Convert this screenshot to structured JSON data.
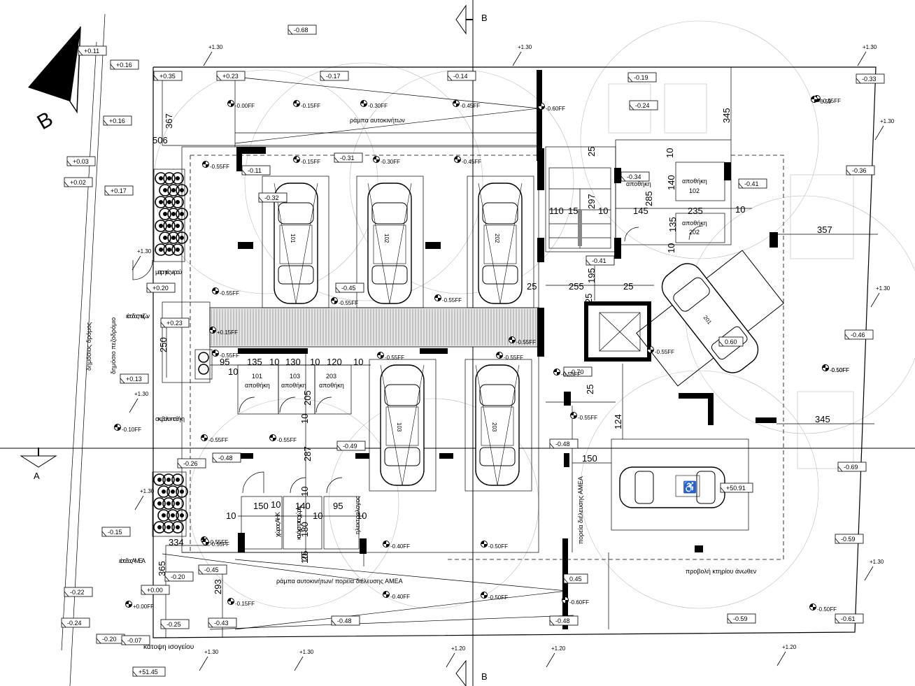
{
  "title": "κάτοψη ισογείου",
  "section_labels": {
    "a": "A",
    "b": "B",
    "b_north": "B"
  },
  "labels": {
    "ramp_top": "ράμπα αυτοκινήτων",
    "ramp_bottom": "ράμπα αυτοκινήτων/ πορεία διέλευσης ΑΜΕΑ",
    "public_road": "δημόσιος δρόμος",
    "public_sidewalk": "δημόσιο πεζοδρόμιο",
    "water_meters": "μετρητές νερού",
    "pedestrian_entrance": "είσοδος πεζών",
    "waste_storage": "σκυβαλα- ποθήκη",
    "amea_entrance": "είσοδος ΑΜΕΑ",
    "amea_path": "πορεία διέλευσης ΑΜΕΑ",
    "projection": "προβολή κτηρίου άνωθεν",
    "storage": "αποθήκη",
    "ahk_space": "χώρος ΑΗΚ",
    "common_space": "κοινόχρηστος χώρος",
    "electrical": "ηλεκτρολογος"
  },
  "storage_rooms": [
    {
      "label": "αποθήκη",
      "num": "101"
    },
    {
      "label": "αποθήκη",
      "num": "103"
    },
    {
      "label": "αποθήκη",
      "num": "203"
    },
    {
      "label": "αποθήκη",
      "num": "102"
    },
    {
      "label": "αποθήκη",
      "num": "202"
    }
  ],
  "cars": [
    {
      "num": "101"
    },
    {
      "num": "102"
    },
    {
      "num": "202"
    },
    {
      "num": "103"
    },
    {
      "num": "203"
    },
    {
      "num": "201"
    }
  ],
  "level_boxes": [
    "+0.11",
    "+0.16",
    "+0.16",
    "+0.03",
    "+0.02",
    "+0.17",
    "+0.35",
    "+0.23",
    "-0.68",
    "-0.17",
    "-0.14",
    "-0.19",
    "-0.33",
    "-0.24",
    "-0.36",
    "-0.41",
    "-0.34",
    "-0.32",
    "-0.31",
    "-0.11",
    "-0.41",
    "-0.46",
    "-0.70",
    "-0.48",
    "-0.69",
    "-0.59",
    "-0.45",
    "-0.49",
    "-0.48",
    "+0.23",
    "+0.13",
    "+0.20",
    "-0.26",
    "+0.00",
    "-0.15",
    "-0.22",
    "-0.24",
    "-0.20",
    "-0.07",
    "-0.25",
    "-0.43",
    "-0.45",
    "-0.20",
    "-0.48",
    "-0.59",
    "-0.61",
    "+51.45",
    "+50.91",
    "0.60",
    "-0.48",
    "0.45"
  ],
  "finished_floor": [
    "-0.00FF",
    "-0.15FF",
    "-0.30FF",
    "-0.45FF",
    "-0.60FF",
    "-0.55FF",
    "-0.55FF",
    "-0.15FF",
    "-0.30FF",
    "-0.45FF",
    "-0.55FF",
    "-0.55FF",
    "-0.55FF",
    "-0.55FF",
    "-0.55FF",
    "-0.55FF",
    "+0.15FF",
    "-0.55FF",
    "-0.55FF",
    "-0.55FF",
    "-0.50FF",
    "-0.10FF",
    "-0.55FF",
    "-0.55FF",
    "-0.55FF",
    "-0.50FF",
    "-0.55FF",
    "-0.40FF",
    "-0.50FF",
    "-0.59",
    "-0.40FF",
    "-0.50FF",
    "-0.60FF",
    "-0.15FF",
    "-0.55FF",
    "+0.00FF",
    "-0.50FF"
  ],
  "road_levels": [
    "+1.30",
    "+1.30",
    "+1.30",
    "+1.30",
    "+1.30",
    "+1.30",
    "+1.20",
    "+1.20",
    "+1.20",
    "+1.30",
    "+1.30",
    "+1.30",
    "+1.30",
    "+1.30"
  ],
  "dimensions": {
    "d367": "367",
    "d506": "506",
    "d345a": "345",
    "d25a": "25",
    "d110": "110",
    "d15": "15",
    "d297": "297",
    "d10a": "10",
    "d140": "140",
    "d10b": "10",
    "d285": "285",
    "d145": "145",
    "d235": "235",
    "d10c": "10",
    "d135a": "135",
    "d10d": "10",
    "d357": "357",
    "d195": "195",
    "d25b": "25",
    "d255": "255",
    "d25c": "25",
    "d25d": "25",
    "d250": "250",
    "d95a": "95",
    "d135b": "135",
    "d10e": "10",
    "d130": "130",
    "d10f": "10",
    "d120": "120",
    "d10g": "10",
    "d10h": "10",
    "d205": "205",
    "d10i": "10",
    "d287": "287",
    "d25e": "25",
    "d124": "124",
    "d345b": "345",
    "d150a": "150",
    "d150b": "150",
    "d10j": "10",
    "d140b": "140",
    "d95b": "95",
    "d10k": "10",
    "d10l": "10",
    "d10m": "10",
    "d180": "180",
    "d10n": "10",
    "d10o": "10",
    "d334": "334",
    "d365": "365",
    "d293": "293",
    "d25f": "25"
  }
}
